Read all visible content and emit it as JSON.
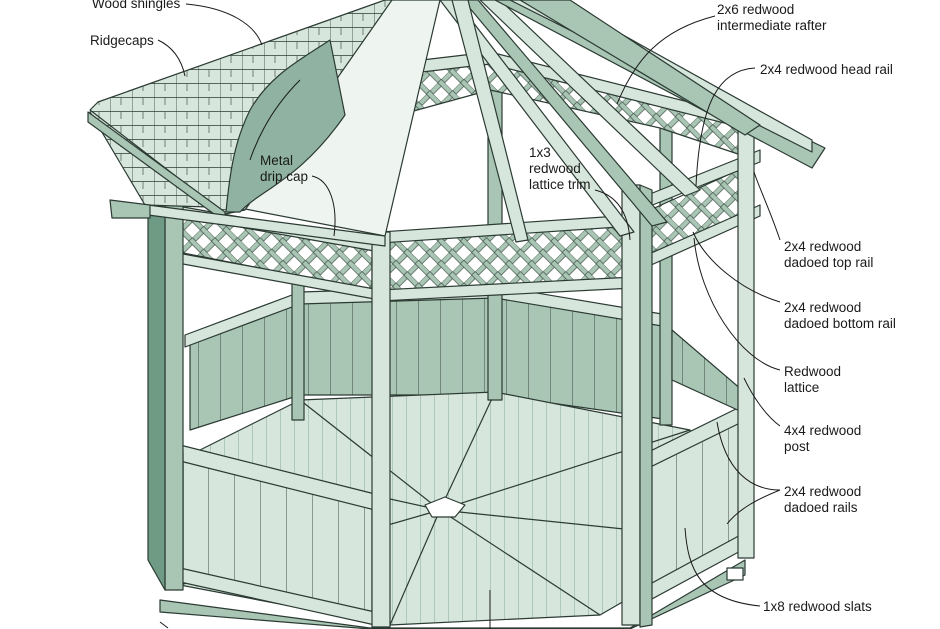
{
  "labels": {
    "wood_shingles": "Wood shingles",
    "ridgecaps": "Ridgecaps",
    "metal_drip_cap_1": "Metal",
    "metal_drip_cap_2": "drip cap",
    "intermediate_rafter_1": "2x6 redwood",
    "intermediate_rafter_2": "intermediate rafter",
    "head_rail": "2x4 redwood head rail",
    "lattice_trim_1": "1x3",
    "lattice_trim_2": "redwood",
    "lattice_trim_3": "lattice trim",
    "top_rail_1": "2x4 redwood",
    "top_rail_2": "dadoed top rail",
    "bottom_rail_1": "2x4 redwood",
    "bottom_rail_2": "dadoed bottom rail",
    "lattice_1": "Redwood",
    "lattice_2": "lattice",
    "post_1": "4x4 redwood",
    "post_2": "post",
    "dadoed_rails_1": "2x4 redwood",
    "dadoed_rails_2": "dadoed rails",
    "slats": "1x8 redwood slats"
  },
  "colors": {
    "wood_light": "#d7e6dc",
    "wood_mid": "#a9c6b4",
    "wood_dark": "#6f9a84",
    "metal": "#8fb2a2",
    "outline": "#2b3a33"
  }
}
